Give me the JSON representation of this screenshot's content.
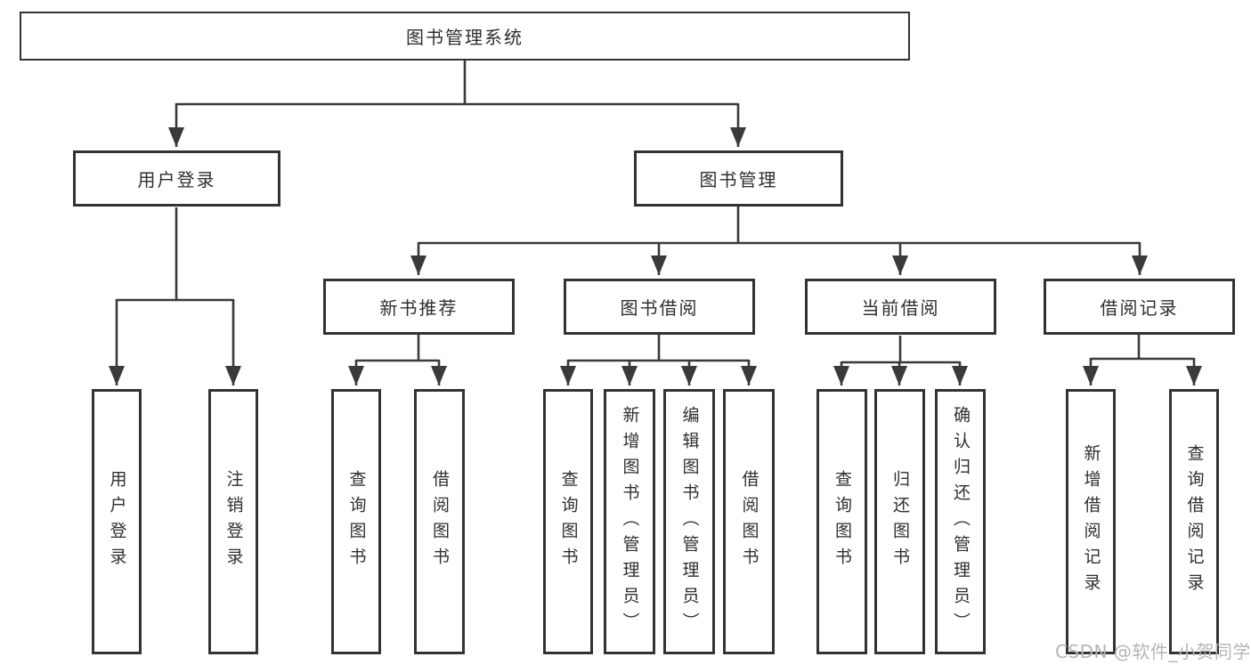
{
  "nodes": {
    "root": "图书管理系统",
    "user_login": "用户登录",
    "book_mgmt": "图书管理",
    "new_book_rec": "新书推荐",
    "book_borrow": "图书借阅",
    "current_borrow": "当前借阅",
    "borrow_records": "借阅记录"
  },
  "leaves": {
    "user_login": "用户登录",
    "logout": "注销登录",
    "rec_query_books": "查询图书",
    "rec_borrow_books": "借阅图书",
    "bor_query_books": "查询图书",
    "bor_add_book": "新增图书（管理员）",
    "bor_edit_book": "编辑图书（管理员）",
    "bor_borrow_books": "借阅图书",
    "cur_query_books": "查询图书",
    "cur_return_book": "归还图书",
    "cur_confirm_return": "确认归还（管理员）",
    "log_add_record": "新增借阅记录",
    "log_query_record": "查询借阅记录"
  },
  "watermark": "CSDN @软件_小贺同学",
  "colors": {
    "line": "#3a3a3a",
    "border": "#333333",
    "text": "#2f2f2f",
    "background": "#ffffff",
    "watermark": "#b5b5b5"
  }
}
